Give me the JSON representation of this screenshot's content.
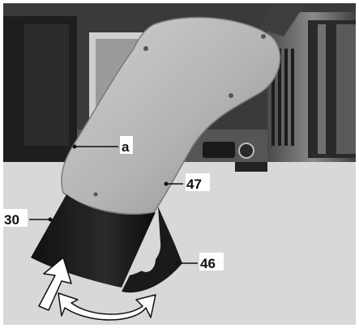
{
  "callouts": {
    "a": "a",
    "n47": "47",
    "n30": "30",
    "n46": "46"
  },
  "colors": {
    "background": "#ffffff",
    "handle_light": "#b9b9b9",
    "handle_dark": "#8c8c8c",
    "camera_dark": "#2b2b2b",
    "lens_mid": "#6e6e6e",
    "arrow_fill": "#ffffff"
  },
  "icons": [
    "push-arrow-icon",
    "rotate-arrow-icon"
  ]
}
